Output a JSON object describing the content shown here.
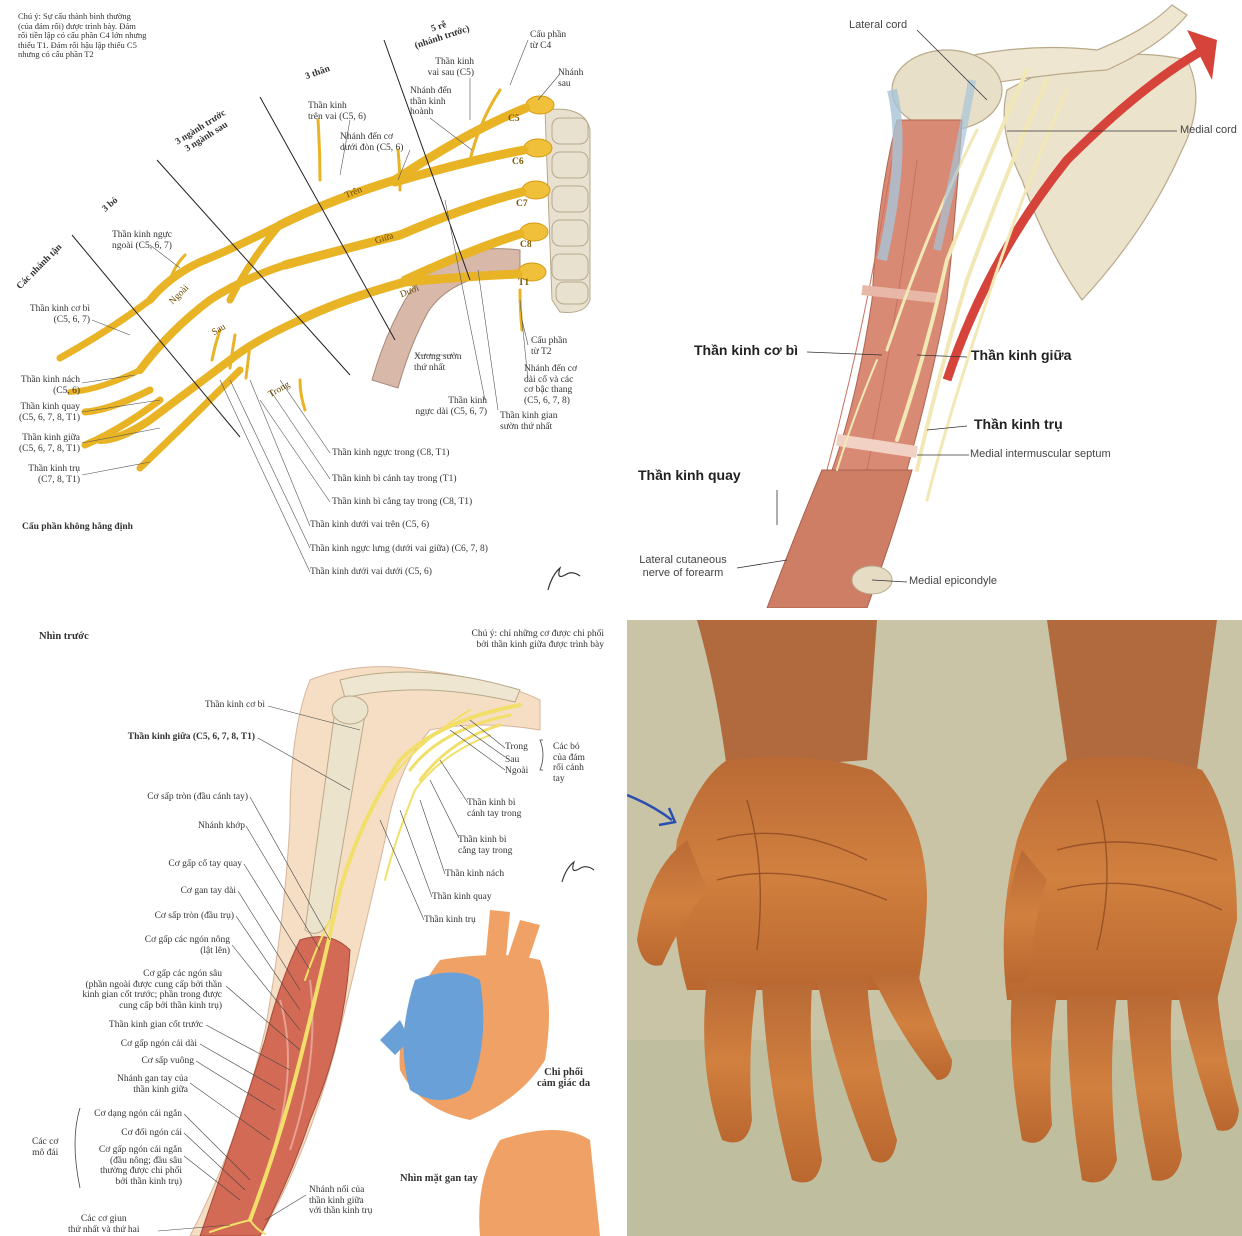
{
  "p1": {
    "note": "Chú ý: Sự cấu thành bình thường\n(của đám rối) được trình bày. Đám\nrối tiền lập có cấu phần C4 lớn nhưng\nthiếu T1. Đám rối hậu lập thiếu C5\nnhưng có cấu phần T2",
    "roots_header": "5 rễ\n(nhánh trước)",
    "trunks_header": "3 thân",
    "divisions_header": "3 ngành trước\n3 ngành sau",
    "cords_header": "3 bó",
    "terminal_header": "Các nhánh tận",
    "cau_phan_c4": "Cấu phần\ntừ C4",
    "nhanh_sau": "Nhánh\nsau",
    "vai_sau": "Thần kinh\nvai sau (C5)",
    "hoanh": "Nhánh đến\nthần kinh\nhoành",
    "tren_vai": "Thần kinh\ntrên vai (C5, 6)",
    "duoi_don": "Nhánh đến cơ\ndưới đòn (C5, 6)",
    "nguc_ngoai": "Thần kinh ngực\nngoài (C5, 6, 7)",
    "co_bi": "Thần kinh cơ bì\n(C5, 6, 7)",
    "nach": "Thần kinh nách\n(C5, 6)",
    "quay": "Thần kinh quay\n(C5, 6, 7, 8, T1)",
    "giua": "Thần kinh giữa\n(C5, 6, 7, 8, T1)",
    "tru": "Thần kinh trụ\n(C7, 8, T1)",
    "khong_hang_dinh": "Cấu phần không hằng định",
    "tren": "Trên",
    "giua_trunk": "Giữa",
    "duoi": "Dưới",
    "ngoai": "Ngoài",
    "sau": "Sau",
    "trong": "Trong",
    "roots": [
      "C5",
      "C6",
      "C7",
      "C8",
      "T1"
    ],
    "suon1": "Xương sườn\nthứ nhất",
    "cau_phan_t2": "Cấu phần\ntừ T2",
    "co_bac_thang": "Nhánh đến cơ\ndài cổ và các\ncơ bậc thang\n(C5, 6, 7, 8)",
    "nguc_dai": "Thần kinh\nngực dài (C5, 6, 7)",
    "gian_suon": "Thần kinh gian\nsườn thứ nhất",
    "nguc_trong": "Thần kinh ngực trong (C8, T1)",
    "bi_canh_tay": "Thần kinh bì cánh tay trong (T1)",
    "bi_cang_tay": "Thần kinh bì cẳng tay trong (C8, T1)",
    "duoi_vai_tren": "Thần kinh dưới vai trên (C5, 6)",
    "nguc_lung": "Thần kinh ngực lưng (dưới vai giữa) (C6, 7, 8)",
    "duoi_vai_duoi": "Thần kinh dưới vai dưới (C5, 6)",
    "signature": "F. Netter"
  },
  "p2": {
    "lateral_cord": "Lateral cord",
    "medial_cord": "Medial cord",
    "co_bi": "Thần kinh cơ bì",
    "giua": "Thần kinh giữa",
    "tru": "Thần kinh trụ",
    "septum": "Medial intermuscular septum",
    "quay": "Thần kinh quay",
    "lat_cut": "Lateral cutaneous\nnerve of forearm",
    "epicondyle": "Medial epicondyle"
  },
  "p3": {
    "view": "Nhìn trước",
    "note": "Chú ý: chỉ những cơ được chi phối\nbởi thần kinh giữa được trình bày",
    "co_bi": "Thần kinh cơ bì",
    "giua": "Thần kinh giữa (C5, 6, 7, 8, T1)",
    "trong": "Trong",
    "sau": "Sau",
    "ngoai": "Ngoài",
    "cac_bo": "Các bó\ncủa đám\nrối cánh\ntay",
    "bi_canh_tay": "Thần kinh bì\ncánh tay trong",
    "bi_cang_tay": "Thần kinh bì\ncẳng tay trong",
    "nach": "Thần kinh nách",
    "quay": "Thần kinh quay",
    "tru": "Thần kinh trụ",
    "sap_tron_canh": "Cơ sấp tròn (đầu cánh tay)",
    "nhanh_khop": "Nhánh khớp",
    "gap_co_tay_quay": "Cơ gấp cổ tay quay",
    "gan_tay_dai": "Cơ gan tay dài",
    "sap_tron_tru": "Cơ sấp tròn (đầu trụ)",
    "gap_nong": "Cơ gấp các ngón nông\n(lật lên)",
    "gap_sau": "Cơ gấp các ngón sâu\n(phần ngoài được cung cấp bởi thần\nkinh gian cốt trước; phần trong được\ncung cấp bởi thần kinh trụ)",
    "gian_cot": "Thần kinh gian cốt trước",
    "gap_cai_dai": "Cơ gấp ngón cái dài",
    "sap_vuong": "Cơ sấp vuông",
    "nhanh_gan_tay": "Nhánh gan tay của\nthần kinh giữa",
    "dang_cai": "Cơ dạng ngón cái ngắn",
    "doi_cai": "Cơ đối ngón cái",
    "gap_cai_ngan": "Cơ gấp ngón cái ngắn\n(đầu nông; đầu sâu\nthường được chi phối\nbởi thần kinh trụ)",
    "mo_dai": "Các cơ\nmô đái",
    "giun": "Các cơ giun\nthứ nhất và thứ hai",
    "noi": "Nhánh nối của\nthần kinh giữa\nvới thần kinh trụ",
    "cam_giac": "Chi phối\ncảm giác da",
    "gan_tay": "Nhìn mặt gan tay",
    "signature": "F. Netter"
  }
}
